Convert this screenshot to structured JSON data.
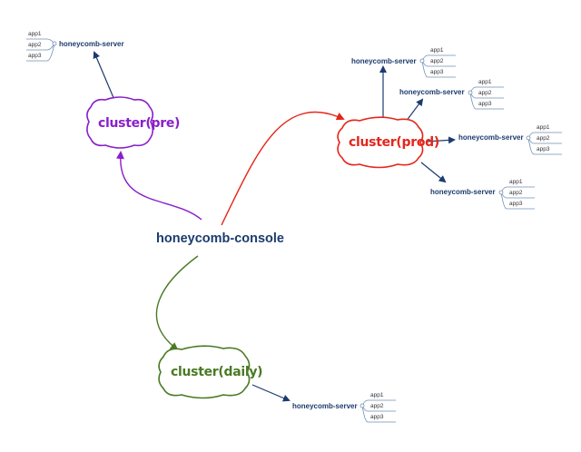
{
  "root": {
    "label": "honeycomb-console",
    "color": "#1c3b6e"
  },
  "colors": {
    "pre": "#8a1fc9",
    "prod": "#e4261c",
    "daily": "#4a7a24",
    "server": "#1c3b6e",
    "app_line": "#6f8fb3"
  },
  "clusters": {
    "pre": {
      "label": "cluster(pre)"
    },
    "prod": {
      "label": "cluster(prod)"
    },
    "daily": {
      "label": "cluster(daily)"
    }
  },
  "servers": [
    {
      "label": "honeycomb-server",
      "apps": [
        "app1",
        "app2",
        "app3"
      ]
    },
    {
      "label": "honeycomb-server",
      "apps": [
        "app1",
        "app2",
        "app3"
      ]
    },
    {
      "label": "honeycomb-server",
      "apps": [
        "app1",
        "app2",
        "app3"
      ]
    },
    {
      "label": "honeycomb-server",
      "apps": [
        "app1",
        "app2",
        "app3"
      ]
    },
    {
      "label": "honeycomb-server",
      "apps": [
        "app1",
        "app2",
        "app3"
      ]
    },
    {
      "label": "honeycomb-server",
      "apps": [
        "app1",
        "app2",
        "app3"
      ]
    }
  ]
}
